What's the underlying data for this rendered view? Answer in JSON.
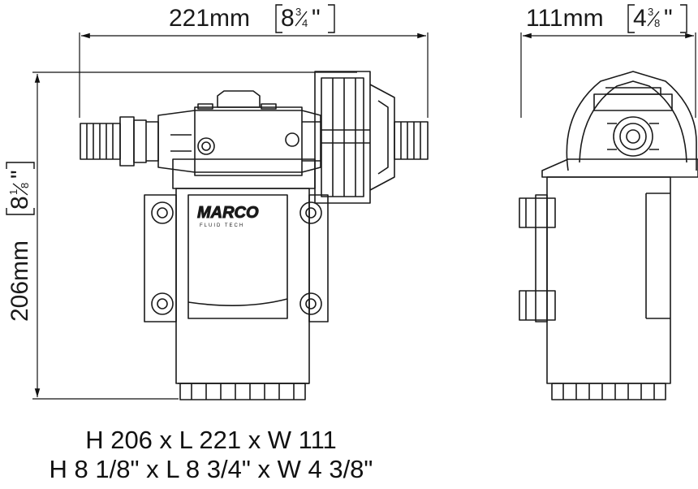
{
  "dimensions": {
    "length": {
      "mm": "221mm",
      "inch_whole": "8",
      "inch_num": "3",
      "inch_den": "4",
      "inch_mark": "\""
    },
    "width": {
      "mm": "111mm",
      "inch_whole": "4",
      "inch_num": "3",
      "inch_den": "8",
      "inch_mark": "\""
    },
    "height": {
      "mm": "206mm",
      "inch_whole": "8",
      "inch_num": "1",
      "inch_den": "8",
      "inch_mark": "\""
    }
  },
  "brand": {
    "logo_text": "MARCO",
    "sub_text": "FLUID TECH"
  },
  "summary": {
    "metric": "H 206 x L 221 x W 111",
    "imperial": "H 8 1/8\" x L 8 3/4\" x W 4 3/8\""
  }
}
